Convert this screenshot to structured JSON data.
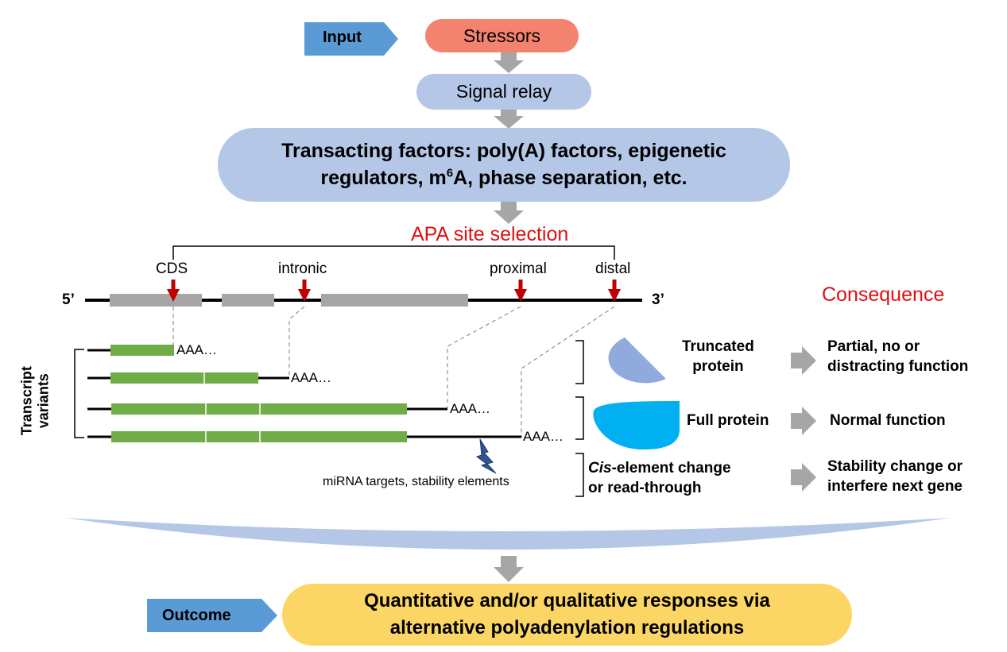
{
  "input_label": "Input",
  "stressors": "Stressors",
  "signal_relay": "Signal relay",
  "transacting": {
    "line1": "Transacting factors: poly(A) factors, epigenetic",
    "line2_pre": "regulators, m",
    "line2_sup": "6",
    "line2_post": "A, phase separation, etc."
  },
  "apa_title": "APA site selection",
  "sites": {
    "cds": "CDS",
    "intronic": "intronic",
    "proximal": "proximal",
    "distal": "distal"
  },
  "gene_ends": {
    "five": "5’",
    "three": "3’"
  },
  "consequence_title": "Consequence",
  "transcript_label_line1": "Transcript",
  "transcript_label_line2": "variants",
  "polyA": [
    "AAA…",
    "AAA…",
    "AAA…",
    "AAA…"
  ],
  "mirna_label": "miRNA targets, stability elements",
  "consequences": [
    {
      "cause_line1": "Truncated",
      "cause_line2": "protein",
      "effect_line1": "Partial, no or",
      "effect_line2": "distracting function"
    },
    {
      "cause_line1": "Full protein",
      "effect_line1": "Normal function"
    },
    {
      "cause_italic": "Cis",
      "cause_rest": "-element change",
      "cause_line2": "or read-through",
      "effect_line1": "Stability change or",
      "effect_line2": "interfere next gene"
    }
  ],
  "outcome_label": "Outcome",
  "outcome": {
    "line1": "Quantitative and/or qualitative responses via",
    "line2": "alternative polyadenylation regulations"
  },
  "colors": {
    "stressors": "#f3836f",
    "signal": "#b4c7e7",
    "outcome": "#fcd664",
    "tag": "#5b9bd5",
    "exon": "#a6a6a6",
    "cds_green": "#70ad47",
    "site_arrow": "#c00000",
    "flow_arrow": "#a6a6a6",
    "truncated_protein": "#8faadc",
    "full_protein": "#00b0f0",
    "title_red": "#e01010"
  }
}
